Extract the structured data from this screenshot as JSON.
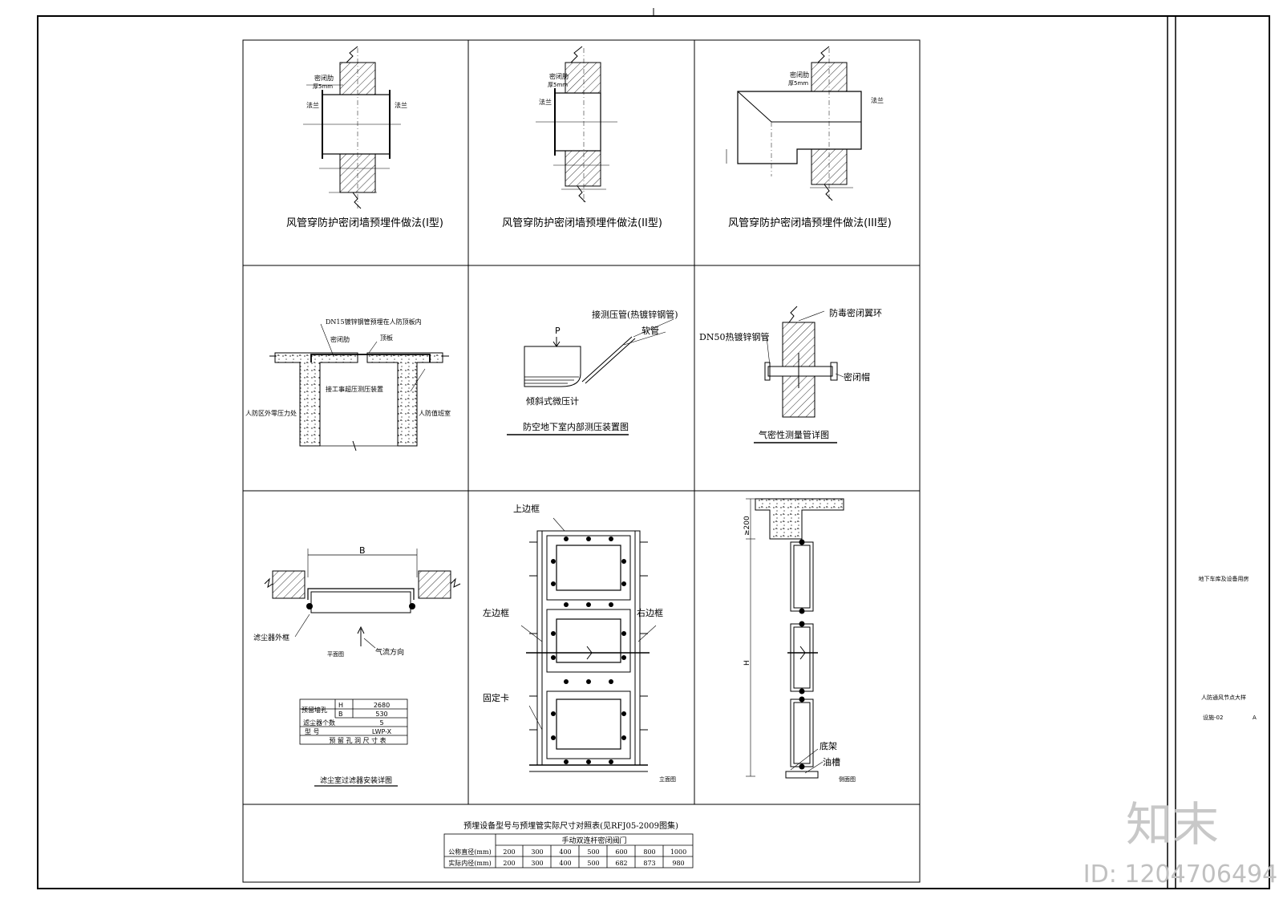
{
  "panels": {
    "p1": {
      "title": "风管穿防护密闭墙预埋件做法(I型)",
      "seal_rib": "密闭肋",
      "thickness": "厚5mm",
      "flange_left": "法兰",
      "flange_right": "法兰"
    },
    "p2": {
      "title": "风管穿防护密闭墙预埋件做法(II型)",
      "seal_rib": "密闭肋",
      "thickness": "厚5mm",
      "flange_left": "法兰"
    },
    "p3": {
      "title": "风管穿防护密闭墙预埋件做法(III型)",
      "seal_rib": "密闭肋",
      "thickness": "厚5mm",
      "flange_right": "法兰"
    },
    "p4": {
      "pipe_note": "DN15镀锌钢管预埋在人防顶板内",
      "seal_rib": "密闭肋",
      "roof": "顶板",
      "connect": "接工事超压测压装置",
      "outside": "人防区外零压力处",
      "duty_room": "人防值班室"
    },
    "p5": {
      "title": "防空地下室内部测压装置图",
      "connect": "接测压管(热镀锌钢管)",
      "hose": "软管",
      "p_label": "P",
      "meter": "倾斜式微压计"
    },
    "p6": {
      "title": "气密性测量管详图",
      "ring": "防毒密闭翼环",
      "pipe": "DN50热镀锌钢管",
      "cap": "密闭帽"
    },
    "p7": {
      "title": "滤尘室过滤器安装详图",
      "b_label": "B",
      "outer_frame": "滤尘器外框",
      "plan": "平面图",
      "airflow": "气流方向",
      "table": {
        "rows": [
          {
            "c1": "预留墙孔",
            "c2": "H",
            "c3": "2680"
          },
          {
            "c1": "",
            "c2": "B",
            "c3": "530"
          },
          {
            "c1": "滤尘器个数",
            "c2": "",
            "c3": "5"
          },
          {
            "c1": "型    号",
            "c2": "",
            "c3": "LWP-X"
          }
        ],
        "footer": "预 留 孔 洞 尺 寸 表"
      }
    },
    "p8": {
      "top_frame": "上边框",
      "left_frame": "左边框",
      "right_frame": "右边框",
      "clip": "固定卡",
      "view": "立面图"
    },
    "p9": {
      "dim_top": "≥200",
      "dim_h": "H",
      "base": "底架",
      "trough": "油槽",
      "view": "侧面图"
    }
  },
  "bottom_table": {
    "title": "预埋设备型号与预埋管实际尺寸对照表(见RFJ05-2009图集)",
    "subheader": "手动双连杆密闭阀门",
    "row1_label": "公称直径(mm)",
    "row1": [
      "200",
      "300",
      "400",
      "500",
      "600",
      "800",
      "1000"
    ],
    "row2_label": "实际内径(mm)",
    "row2": [
      "200",
      "300",
      "400",
      "500",
      "682",
      "873",
      "980"
    ]
  },
  "title_block": {
    "project": "地下车库及设备用房",
    "drawing": "人防通风节点大样",
    "number": "设施-02",
    "rev": "A"
  },
  "watermark": {
    "brand": "知末",
    "id": "ID: 1204706494"
  }
}
